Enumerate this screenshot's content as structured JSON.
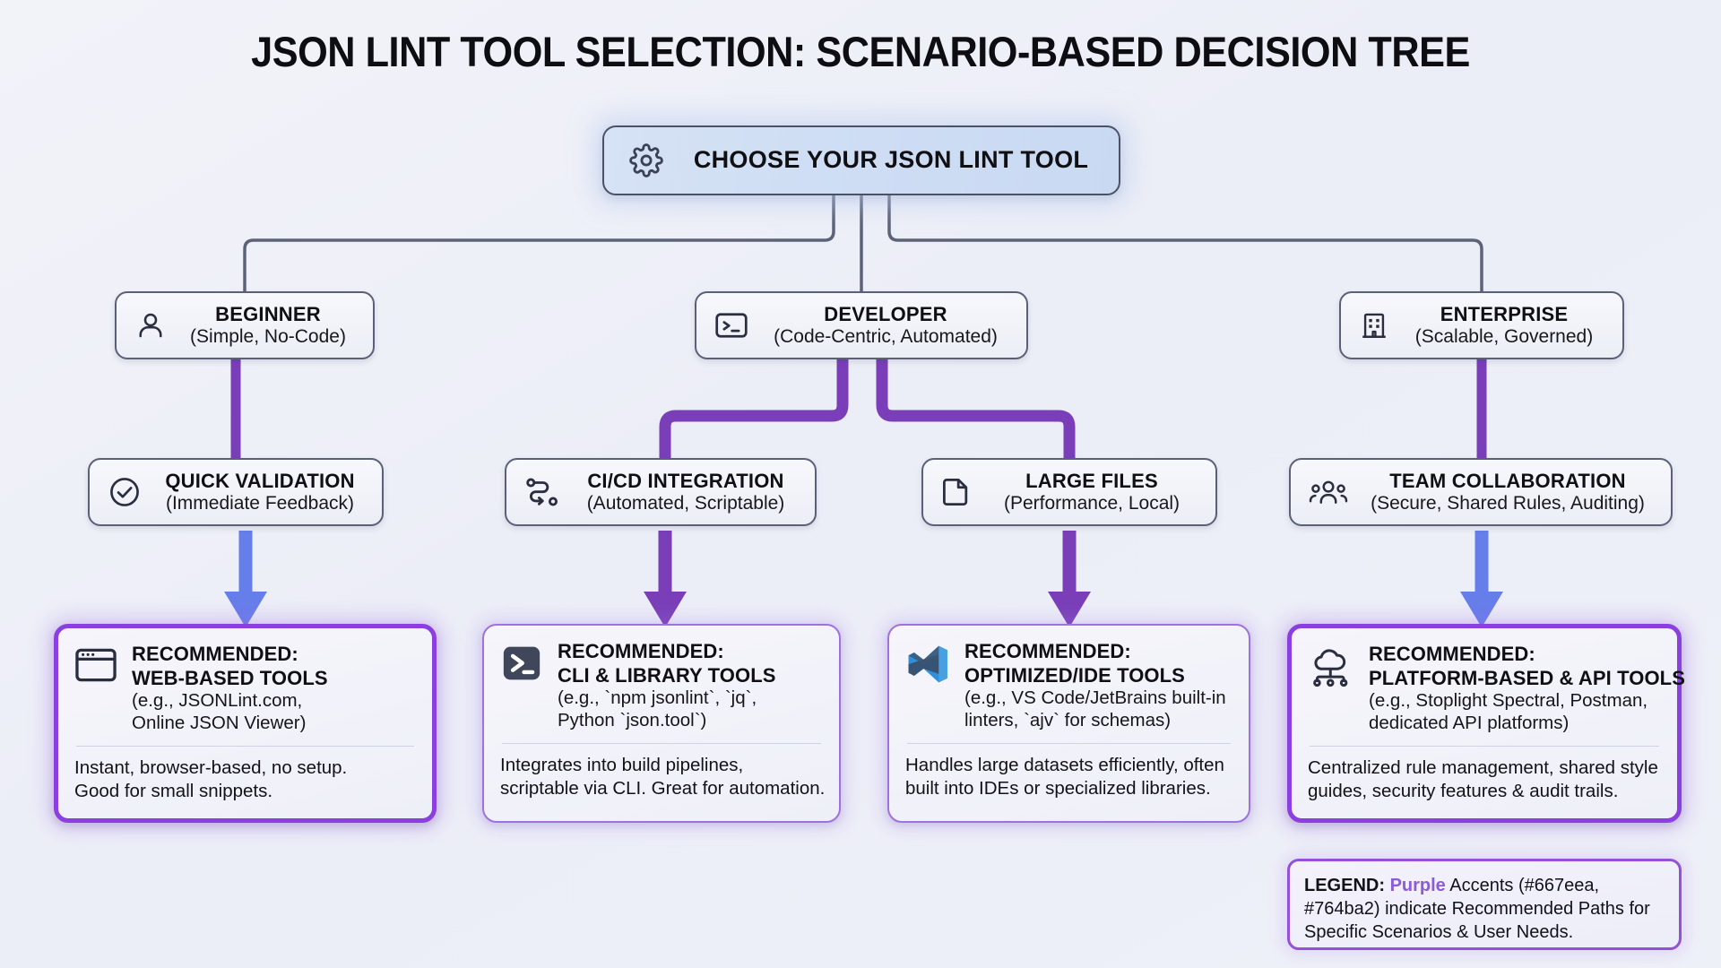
{
  "title": "JSON LINT TOOL SELECTION: SCENARIO-BASED DECISION TREE",
  "colors": {
    "accent_blue": "#667eea",
    "accent_purple": "#764ba2",
    "card_border_strong": "#8b3fe0",
    "node_border": "#596078",
    "background": "#eef0f8"
  },
  "root": {
    "icon": "gear-icon",
    "label": "CHOOSE YOUR JSON LINT TOOL"
  },
  "personas": [
    {
      "id": "beginner",
      "icon": "person-icon",
      "title": "BEGINNER",
      "subtitle": "(Simple, No-Code)"
    },
    {
      "id": "developer",
      "icon": "terminal-icon",
      "title": "DEVELOPER",
      "subtitle": "(Code-Centric, Automated)"
    },
    {
      "id": "enterprise",
      "icon": "building-icon",
      "title": "ENTERPRISE",
      "subtitle": "(Scalable, Governed)"
    }
  ],
  "scenarios": [
    {
      "id": "quick",
      "icon": "check-circle-icon",
      "title": "QUICK VALIDATION",
      "subtitle": "(Immediate Feedback)"
    },
    {
      "id": "cicd",
      "icon": "pipeline-icon",
      "title": "CI/CD INTEGRATION",
      "subtitle": "(Automated, Scriptable)"
    },
    {
      "id": "large",
      "icon": "document-icon",
      "title": "LARGE FILES",
      "subtitle": "(Performance, Local)"
    },
    {
      "id": "team",
      "icon": "people-icon",
      "title": "TEAM COLLABORATION",
      "subtitle": "(Secure, Shared Rules, Auditing)"
    }
  ],
  "recommendations": [
    {
      "id": "web",
      "icon": "browser-window-icon",
      "heading1": "RECOMMENDED:",
      "heading2": "WEB-BASED TOOLS",
      "example1": "(e.g., JSONLint.com,",
      "example2": "Online JSON Viewer)",
      "desc1": "Instant, browser-based, no setup.",
      "desc2": "Good for small snippets."
    },
    {
      "id": "cli",
      "icon": "terminal-filled-icon",
      "heading1": "RECOMMENDED:",
      "heading2": "CLI & LIBRARY TOOLS",
      "example1": "(e.g., `npm jsonlint`, `jq`,",
      "example2": "Python `json.tool`)",
      "desc1": "Integrates into build pipelines,",
      "desc2": "scriptable via CLI. Great for automation."
    },
    {
      "id": "ide",
      "icon": "vscode-icon",
      "heading1": "RECOMMENDED:",
      "heading2": "OPTIMIZED/IDE TOOLS",
      "example1": "(e.g., VS Code/JetBrains built-in",
      "example2": "linters, `ajv` for schemas)",
      "desc1": "Handles large datasets efficiently, often",
      "desc2": "built into IDEs or specialized libraries."
    },
    {
      "id": "platform",
      "icon": "cloud-network-icon",
      "heading1": "RECOMMENDED:",
      "heading2": "PLATFORM-BASED & API TOOLS",
      "example1": "(e.g., Stoplight Spectral, Postman,",
      "example2": "dedicated API platforms)",
      "desc1": "Centralized rule management, shared style",
      "desc2": "guides, security features & audit trails."
    }
  ],
  "legend": {
    "label": "LEGEND:",
    "highlight": "Purple",
    "line1_rest": " Accents (#667eea,",
    "line2": "#764ba2) indicate Recommended Paths for",
    "line3": "Specific Scenarios & User Needs."
  }
}
